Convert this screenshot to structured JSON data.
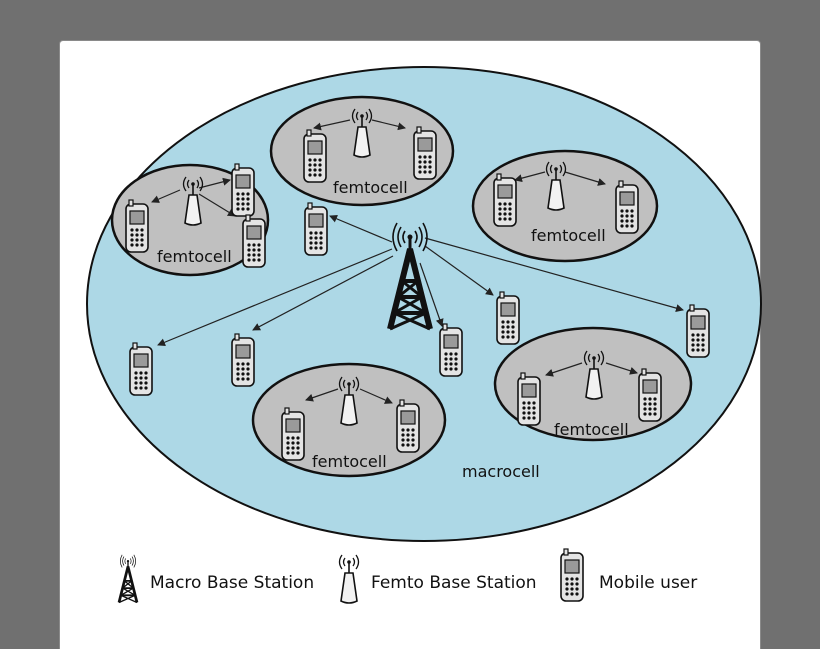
{
  "diagram": {
    "macrocell_label": "macrocell",
    "femtocell_label": "femtocell",
    "colors": {
      "macrocell_fill": "#add8e6",
      "femtocell_fill": "#c0c0c0",
      "page_background": "#707070"
    },
    "icons": {
      "macro_station": "cell-tower-icon",
      "femto_station": "femto-antenna-icon",
      "mobile": "mobile-phone-icon"
    }
  },
  "legend": {
    "macro": "Macro Base Station",
    "femto": "Femto Base Station",
    "mobile": "Mobile user"
  }
}
